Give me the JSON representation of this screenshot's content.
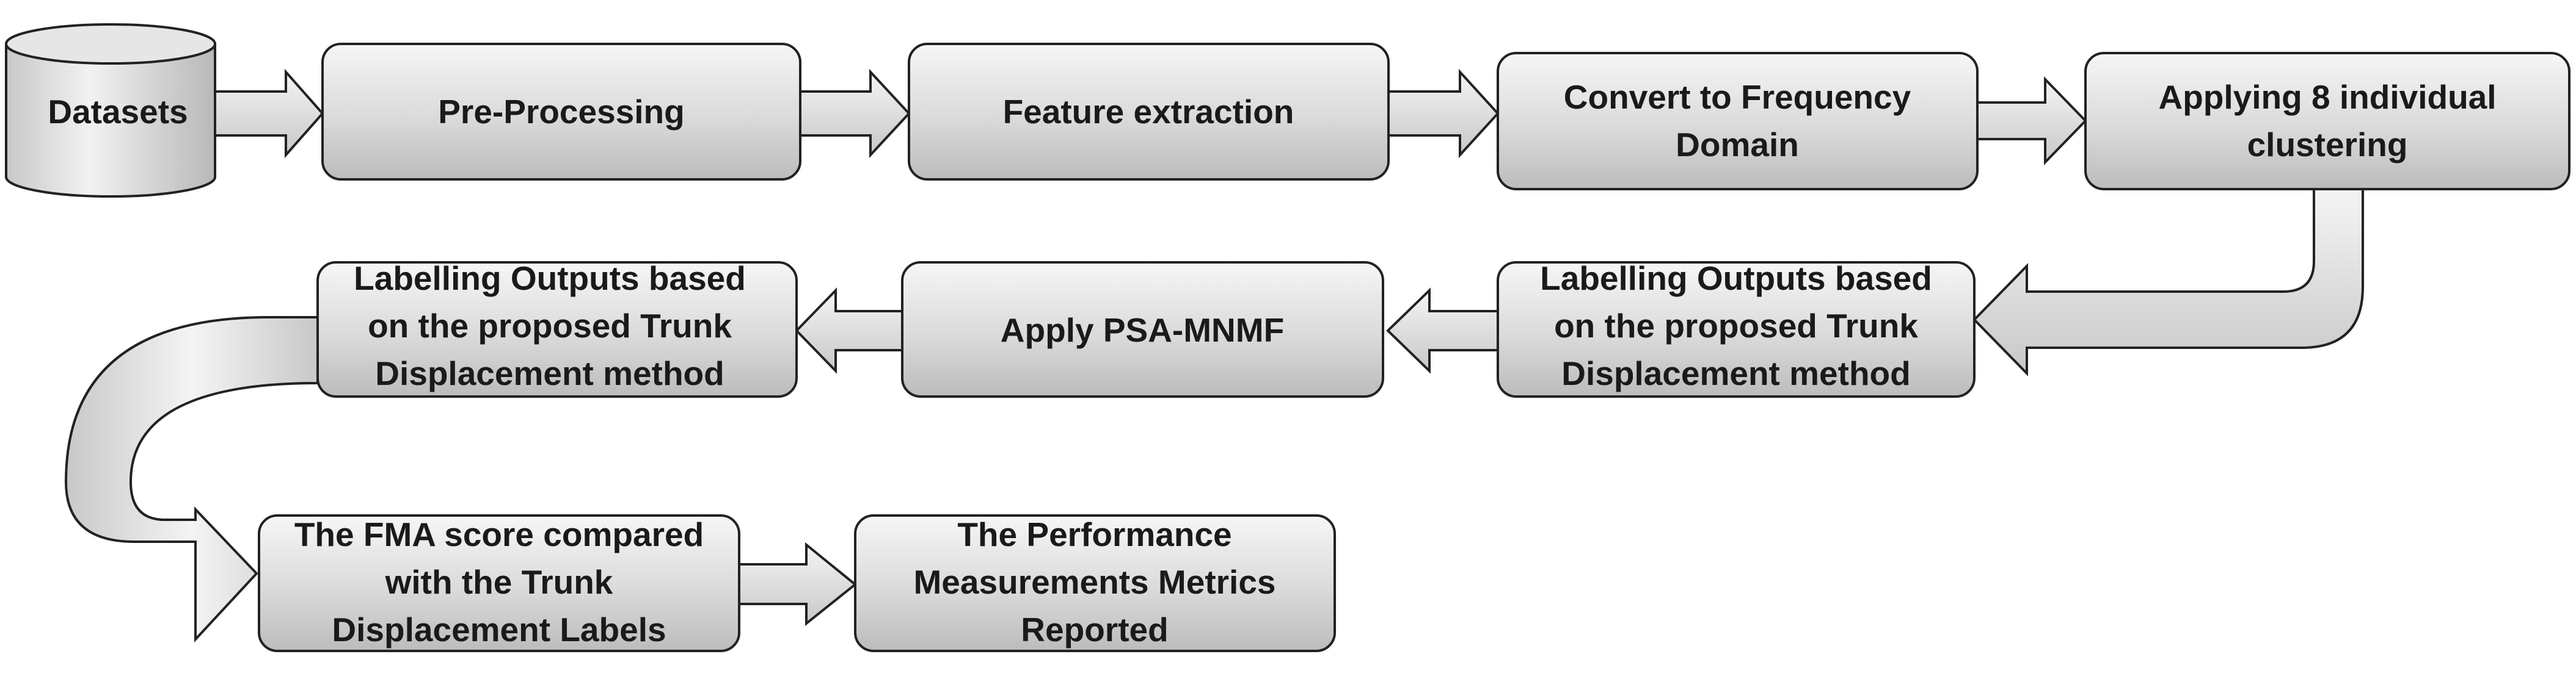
{
  "nodes": {
    "datasets": {
      "lines": [
        "Datasets"
      ]
    },
    "preprocessing": {
      "lines": [
        "Pre-Processing"
      ]
    },
    "feature_extraction": {
      "lines": [
        "Feature extraction"
      ]
    },
    "convert_frequency": {
      "lines": [
        "Convert to Frequency",
        "Domain"
      ]
    },
    "applying_clustering": {
      "lines": [
        "Applying 8 individual",
        "clustering"
      ]
    },
    "labelling_outputs_right": {
      "lines": [
        "Labelling Outputs based",
        "on the proposed Trunk",
        "Displacement method"
      ]
    },
    "apply_psa_mnmf": {
      "lines": [
        "Apply PSA-MNMF"
      ]
    },
    "labelling_outputs_left": {
      "lines": [
        "Labelling Outputs based",
        "on the proposed Trunk",
        "Displacement method"
      ]
    },
    "fma_score": {
      "lines": [
        "The FMA score compared",
        "with the Trunk",
        "Displacement Labels"
      ]
    },
    "performance_metrics": {
      "lines": [
        "The Performance",
        "Measurements Metrics",
        "Reported"
      ]
    }
  },
  "colors": {
    "box_fill_top": "#f4f4f4",
    "box_fill_bottom": "#c4c4c4",
    "stroke": "#222222",
    "text": "#1a1a1a"
  }
}
